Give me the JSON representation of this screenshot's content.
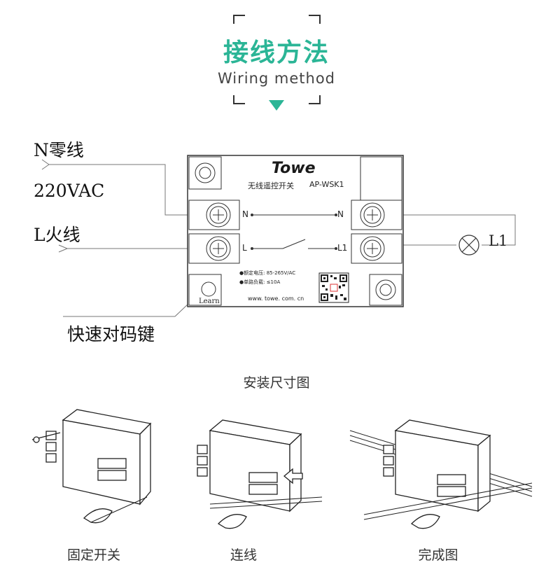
{
  "header": {
    "title_cn": "接线方法",
    "title_en": "Wiring method"
  },
  "wiring": {
    "label_n": "N零线",
    "label_voltage": "220VAC",
    "label_l": "L火线",
    "label_learn_key": "快速对码键",
    "label_l1": "L1",
    "device": {
      "brand": "Towe",
      "name": "无线遥控开关",
      "model": "AP-WSK1",
      "term_n_left": "N",
      "term_n_right": "N",
      "term_l_left": "L",
      "term_l_right": "L1",
      "spec_voltage": "●额定电压: 85-265V/AC",
      "spec_load": "●单路负载: ≤10A",
      "website": "www. towe. com. cn",
      "learn": "Learn"
    }
  },
  "install": {
    "title": "安装尺寸图",
    "steps": [
      {
        "caption": "固定开关"
      },
      {
        "caption": "连线"
      },
      {
        "caption": "完成图"
      }
    ]
  },
  "colors": {
    "accent": "#2bb596",
    "line": "#555555"
  }
}
